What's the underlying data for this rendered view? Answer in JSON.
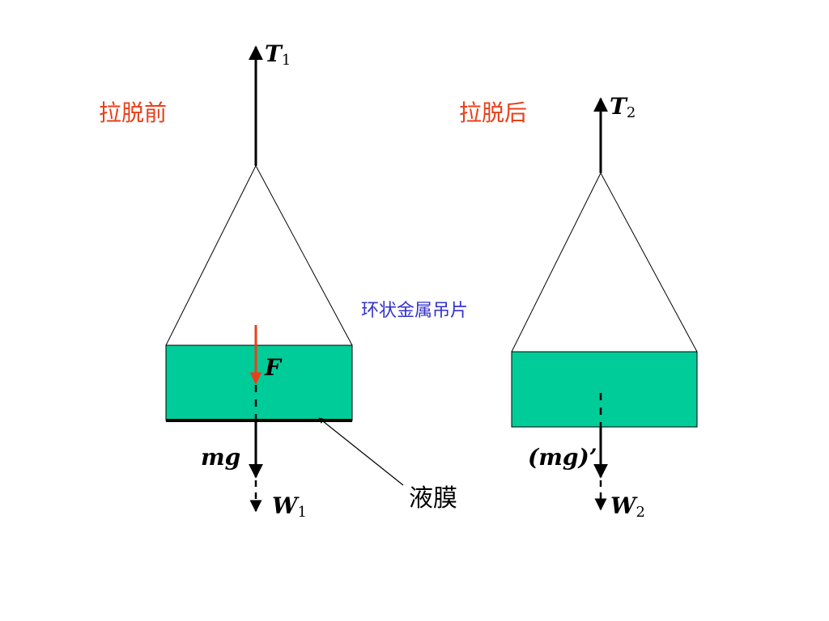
{
  "colors": {
    "background": "#ffffff",
    "plate_fill": "#00cc99",
    "line": "#000000",
    "heading": "#e8401a",
    "force_F": "#e8401a",
    "annotation_blue": "#3333cc"
  },
  "headings": {
    "before": "拉脱前",
    "after": "拉脱后"
  },
  "annotations": {
    "ring_plate": "环状金属吊片",
    "liquid_film": "液膜"
  },
  "forces": {
    "T1": {
      "symbol": "T",
      "subscript": "1"
    },
    "T2": {
      "symbol": "T",
      "subscript": "2"
    },
    "F": {
      "symbol": "F"
    },
    "W1": {
      "symbol": "W",
      "subscript": "1"
    },
    "W2": {
      "symbol": "W",
      "subscript": "2"
    },
    "mg": {
      "symbol": "mg"
    },
    "mg_prime": {
      "symbol": "(mg)’"
    }
  }
}
